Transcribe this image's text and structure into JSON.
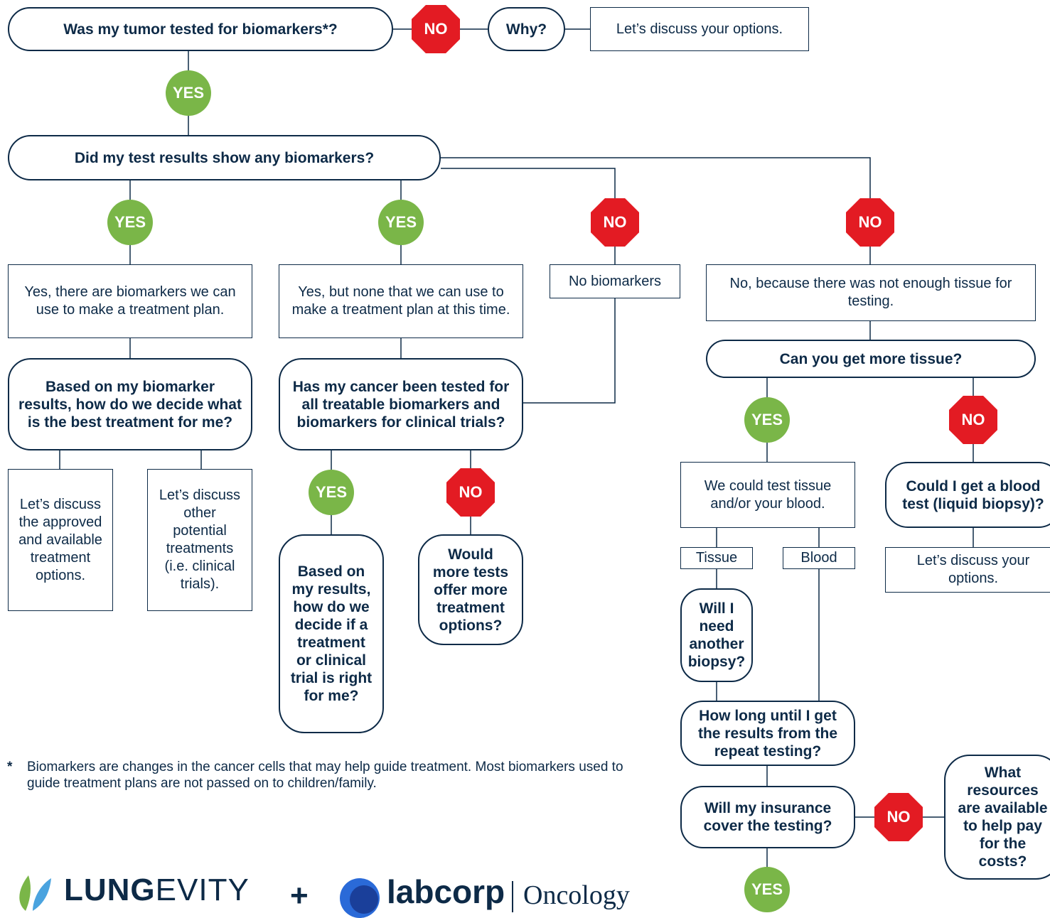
{
  "colors": {
    "yes": "#7ab648",
    "no": "#e31b23",
    "ink": "#0d2a47"
  },
  "q1": "Was my tumor tested for biomarkers*?",
  "no_top": "NO",
  "why": "Why?",
  "discuss_top": "Let’s discuss your options.",
  "yes_top": "YES",
  "q2": "Did my test results show any biomarkers?",
  "yes_a": "YES",
  "yes_b": "YES",
  "no_a": "NO",
  "no_b": "NO",
  "box_a": "Yes, there are biomarkers we can use to make a treatment plan.",
  "box_b": "Yes, but none that we can use to make a treatment plan at this time.",
  "box_c": "No biomarkers",
  "box_d": "No, because there was not enough tissue for testing.",
  "q3": "Based on my biomarker results, how do we decide what is the best treatment for me?",
  "q4": "Has my cancer been tested for all treatable biomarkers and biomarkers for clinical trials?",
  "q5": "Can you get more tissue?",
  "box_approved": "Let’s discuss the approved and available treatment options.",
  "box_other": "Let’s discuss other potential treatments (i.e. clinical trials).",
  "yes_c": "YES",
  "no_c": "NO",
  "q6": "Based on my results, how do we decide if a treatment or clinical trial is right for me?",
  "q7": "Would more tests offer more treatment options?",
  "yes_d": "YES",
  "no_d": "NO",
  "box_test": "We could test tissue and/or your blood.",
  "q8": "Could I get a blood test (liquid biopsy)?",
  "box_discuss2": "Let’s discuss your options.",
  "tissue": "Tissue",
  "blood": "Blood",
  "q9": "Will I need another biopsy?",
  "q10": "How long until I get the results from the repeat testing?",
  "q11": "Will my insurance cover the testing?",
  "no_e": "NO",
  "q12": "What resources are available to help pay for the costs?",
  "yes_e": "YES",
  "footnote_star": "*",
  "footnote": "Biomarkers are changes in the cancer cells that may help guide treatment. Most biomarkers used to guide treatment plans are not passed on to children/family.",
  "logo_lung": "LUNG",
  "logo_evity": "EVITY",
  "logo_plus": "+",
  "logo_labcorp": "labcorp",
  "logo_oncology": "Oncology"
}
